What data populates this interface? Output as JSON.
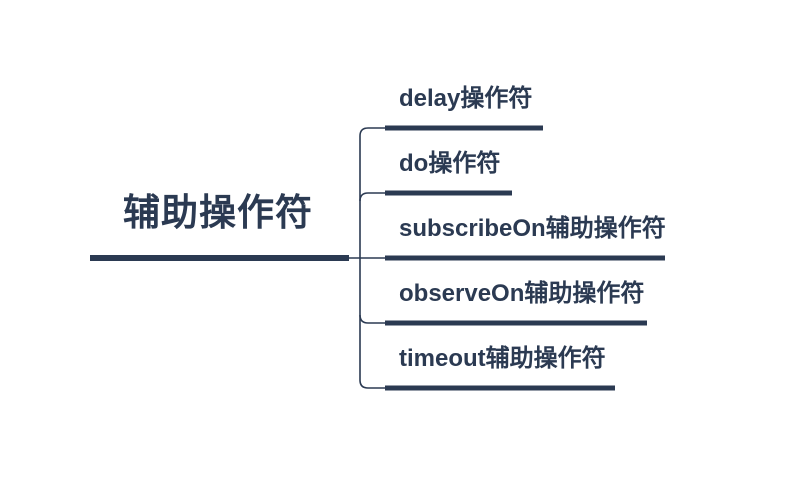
{
  "diagram": {
    "type": "mindmap",
    "root": {
      "label": "辅助操作符"
    },
    "branches": [
      {
        "label": "delay操作符"
      },
      {
        "label": "do操作符"
      },
      {
        "label": "subscribeOn辅助操作符"
      },
      {
        "label": "observeOn辅助操作符"
      },
      {
        "label": "timeout辅助操作符"
      }
    ],
    "colors": {
      "line": "#2b3a52",
      "text": "#2b3a52",
      "background": "#ffffff"
    }
  }
}
